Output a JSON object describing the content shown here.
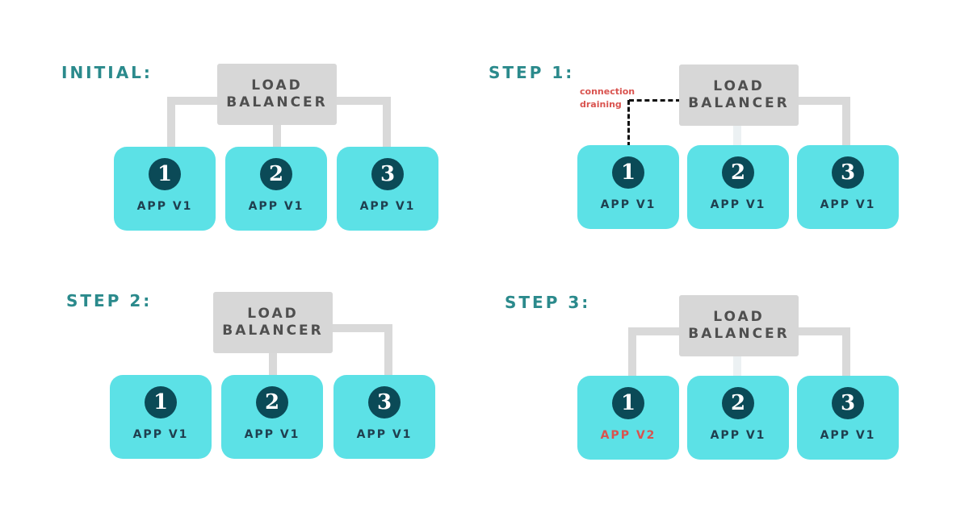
{
  "panels": [
    {
      "title": "INITIAL:",
      "load_balancer": {
        "line1": "LOAD",
        "line2": "BALANCER"
      },
      "apps": [
        {
          "number": "1",
          "label": "APP V1"
        },
        {
          "number": "2",
          "label": "APP V1"
        },
        {
          "number": "3",
          "label": "APP V1"
        }
      ]
    },
    {
      "title": "STEP 1:",
      "load_balancer": {
        "line1": "LOAD",
        "line2": "BALANCER"
      },
      "annotation": "connection draining",
      "apps": [
        {
          "number": "1",
          "label": "APP V1"
        },
        {
          "number": "2",
          "label": "APP V1"
        },
        {
          "number": "3",
          "label": "APP V1"
        }
      ]
    },
    {
      "title": "STEP 2:",
      "load_balancer": {
        "line1": "LOAD",
        "line2": "BALANCER"
      },
      "apps": [
        {
          "number": "1",
          "label": "APP V1"
        },
        {
          "number": "2",
          "label": "APP V1"
        },
        {
          "number": "3",
          "label": "APP V1"
        }
      ]
    },
    {
      "title": "STEP 3:",
      "load_balancer": {
        "line1": "LOAD",
        "line2": "BALANCER"
      },
      "apps": [
        {
          "number": "1",
          "label": "APP V2"
        },
        {
          "number": "2",
          "label": "APP V1"
        },
        {
          "number": "3",
          "label": "APP V1"
        }
      ]
    }
  ],
  "colors": {
    "title": "#2b8a8c",
    "app_box": "#5ce1e6",
    "badge": "#0b4a57",
    "load_balancer": "#d7d7d7",
    "connector": "#d9d9d9",
    "highlight": "#d9534f"
  }
}
